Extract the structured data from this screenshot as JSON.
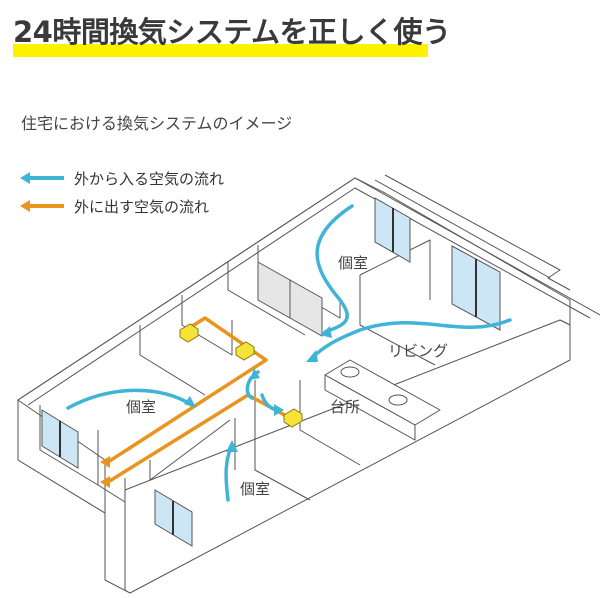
{
  "header": {
    "title": "24時間換気システムを正しく使う",
    "highlight_color": "#fff200"
  },
  "subtitle": "住宅における換気システムのイメージ",
  "legend": {
    "items": [
      {
        "label": "外から入る空気の流れ",
        "color": "#3fb4d6",
        "icon": "arrow-left-icon"
      },
      {
        "label": "外に出す空気の流れ",
        "color": "#e8941f",
        "icon": "arrow-left-icon"
      }
    ]
  },
  "diagram": {
    "rooms": [
      {
        "label": "個室",
        "position": "top"
      },
      {
        "label": "リビング",
        "position": "right"
      },
      {
        "label": "個室",
        "position": "left"
      },
      {
        "label": "台所",
        "position": "center"
      },
      {
        "label": "個室",
        "position": "bottom"
      }
    ],
    "colors": {
      "intake_air": "#3fb4d6",
      "exhaust_air": "#e8941f",
      "fan_unit": "#f5e33a",
      "window_glass": "#cde6f5",
      "wall_line": "#555555"
    }
  }
}
